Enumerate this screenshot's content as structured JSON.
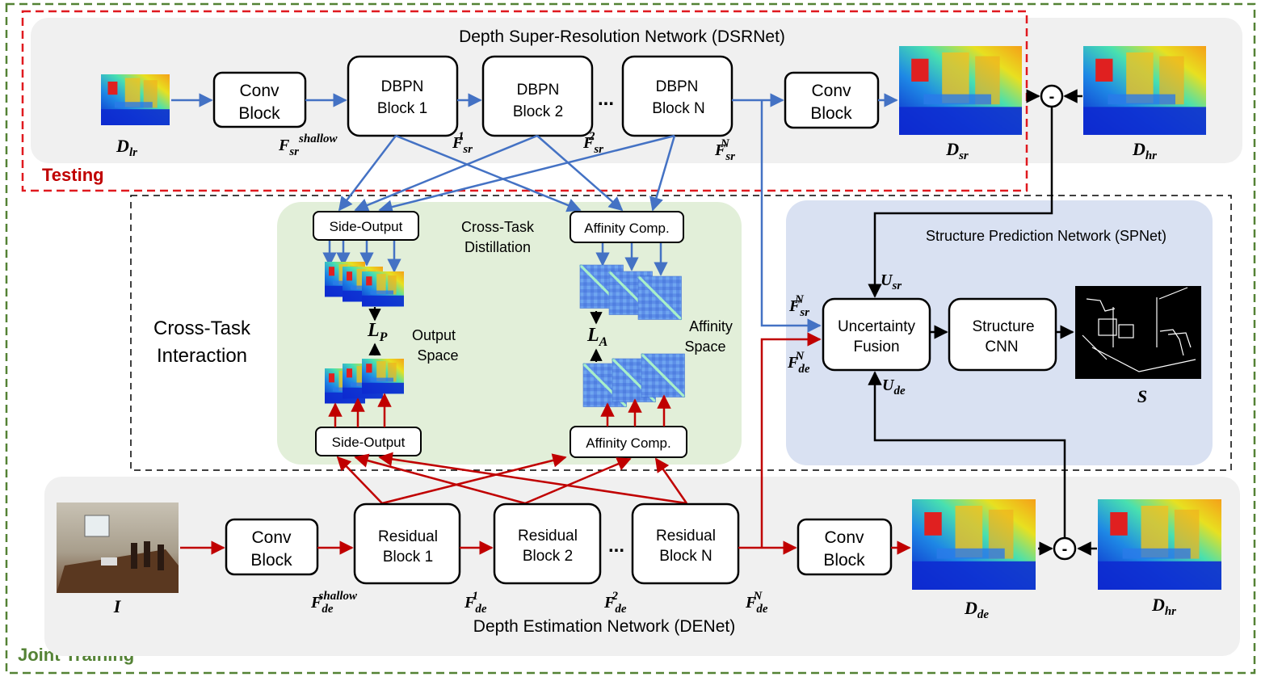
{
  "colors": {
    "blue_arrow": "#4472c4",
    "red_arrow": "#c00000",
    "black_arrow": "#000000",
    "testing_border": "#e0191f",
    "joint_border": "#548235",
    "panel_gray": "#f0f0f0",
    "panel_green": "#e2efd9",
    "panel_blue": "#d9e1f2"
  },
  "frames": {
    "joint_training": "Joint Training",
    "testing": "Testing"
  },
  "dsrnet": {
    "title": "Depth Super-Resolution Network (DSRNet)",
    "conv1": [
      "Conv",
      "Block"
    ],
    "b1": [
      "DBPN",
      "Block 1"
    ],
    "b2": [
      "DBPN",
      "Block 2"
    ],
    "bn": [
      "DBPN",
      "Block N"
    ],
    "conv2": [
      "Conv",
      "Block"
    ],
    "ellipsis": "...",
    "in_label": {
      "base": "D",
      "sub": "lr"
    },
    "f_shallow": {
      "base": "F",
      "sub": "sr",
      "sup": "shallow"
    },
    "f1": {
      "base": "F",
      "sub": "sr",
      "sup": "1"
    },
    "f2": {
      "base": "F",
      "sub": "sr",
      "sup": "2"
    },
    "fn": {
      "base": "F",
      "sub": "sr",
      "sup": "N"
    },
    "out_label": {
      "base": "D",
      "sub": "sr"
    },
    "gt_label": {
      "base": "D",
      "sub": "hr"
    }
  },
  "denet": {
    "title": "Depth Estimation Network (DENet)",
    "conv1": [
      "Conv",
      "Block"
    ],
    "b1": [
      "Residual",
      "Block 1"
    ],
    "b2": [
      "Residual",
      "Block 2"
    ],
    "bn": [
      "Residual",
      "Block N"
    ],
    "conv2": [
      "Conv",
      "Block"
    ],
    "ellipsis": "...",
    "in_label": {
      "base": "I"
    },
    "f_shallow": {
      "base": "F",
      "sub": "de",
      "sup": "shallow"
    },
    "f1": {
      "base": "F",
      "sub": "de",
      "sup": "1"
    },
    "f2": {
      "base": "F",
      "sub": "de",
      "sup": "2"
    },
    "fn": {
      "base": "F",
      "sub": "de",
      "sup": "N"
    },
    "out_label": {
      "base": "D",
      "sub": "de"
    },
    "gt_label": {
      "base": "D",
      "sub": "hr"
    }
  },
  "interaction": {
    "title": [
      "Cross-Task",
      "Interaction"
    ],
    "distill": [
      "Cross-Task",
      "Distillation"
    ],
    "side_output": "Side-Output",
    "affinity_comp": "Affinity Comp.",
    "output_space": [
      "Output",
      "Space"
    ],
    "affinity_space": [
      "Affinity",
      "Space"
    ],
    "lp": {
      "base": "L",
      "sub": "P"
    },
    "la": {
      "base": "L",
      "sub": "A"
    }
  },
  "spnet": {
    "title": "Structure Prediction Network (SPNet)",
    "fusion": [
      "Uncertainty",
      "Fusion"
    ],
    "cnn": [
      "Structure",
      "CNN"
    ],
    "u_sr": {
      "base": "U",
      "sub": "sr"
    },
    "u_de": {
      "base": "U",
      "sub": "de"
    },
    "f_sr": {
      "base": "F",
      "sub": "sr",
      "sup": "N"
    },
    "f_de": {
      "base": "F",
      "sub": "de",
      "sup": "N"
    },
    "s_label": {
      "base": "S"
    },
    "minus": "-"
  }
}
